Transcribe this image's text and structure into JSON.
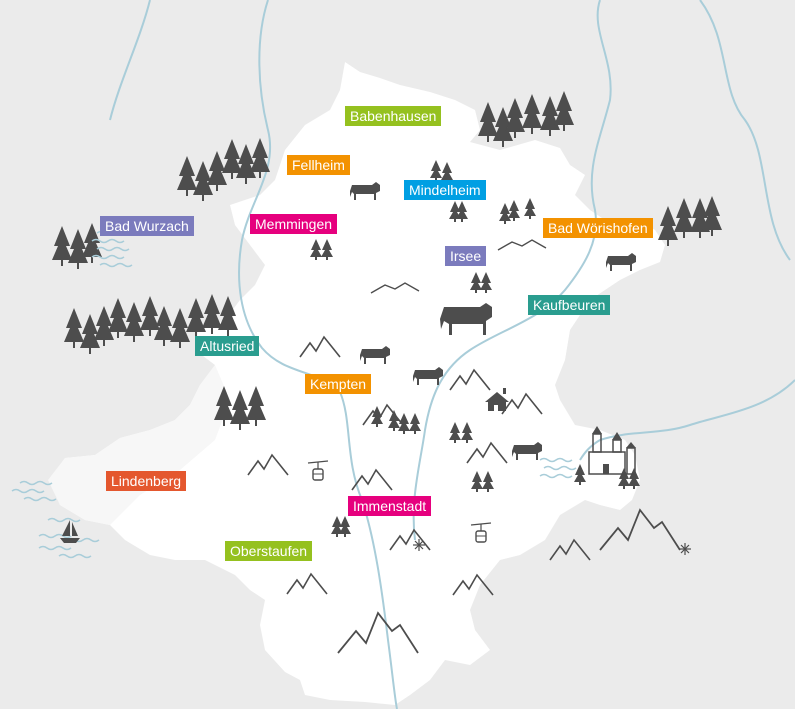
{
  "colors": {
    "background": "#ebebeb",
    "land": "#ffffff",
    "region_shade": "#f7f7f7",
    "river": "#a9cdd9",
    "icon": "#4d4d4d",
    "green": "#95c11f",
    "orange": "#f39200",
    "blue": "#009fe3",
    "magenta": "#e6007e",
    "purple": "#7b7bbd",
    "teal": "#2a9d8f",
    "red": "#e4572e"
  },
  "places": [
    {
      "id": "babenhausen",
      "name": "Babenhausen",
      "color": "#95c11f"
    },
    {
      "id": "fellheim",
      "name": "Fellheim",
      "color": "#f39200"
    },
    {
      "id": "mindelheim",
      "name": "Mindelheim",
      "color": "#009fe3"
    },
    {
      "id": "bad-wurzach",
      "name": "Bad Wurzach",
      "color": "#7b7bbd"
    },
    {
      "id": "memmingen",
      "name": "Memmingen",
      "color": "#e6007e"
    },
    {
      "id": "bad-woerishofen",
      "name": "Bad Wörishofen",
      "color": "#f39200"
    },
    {
      "id": "irsee",
      "name": "Irsee",
      "color": "#7b7bbd"
    },
    {
      "id": "kaufbeuren",
      "name": "Kaufbeuren",
      "color": "#2a9d8f"
    },
    {
      "id": "altusried",
      "name": "Altusried",
      "color": "#2a9d8f"
    },
    {
      "id": "kempten",
      "name": "Kempten",
      "color": "#f39200"
    },
    {
      "id": "lindenberg",
      "name": "Lindenberg",
      "color": "#e4572e"
    },
    {
      "id": "immenstadt",
      "name": "Immenstadt",
      "color": "#e6007e"
    },
    {
      "id": "oberstaufen",
      "name": "Oberstaufen",
      "color": "#95c11f"
    }
  ],
  "icons": [
    "tree-icon",
    "cow-icon",
    "mountain-icon",
    "hill-icon",
    "wave-icon",
    "sailboat-icon",
    "cable-car-icon",
    "castle-icon",
    "hut-icon",
    "snowflake-icon"
  ]
}
